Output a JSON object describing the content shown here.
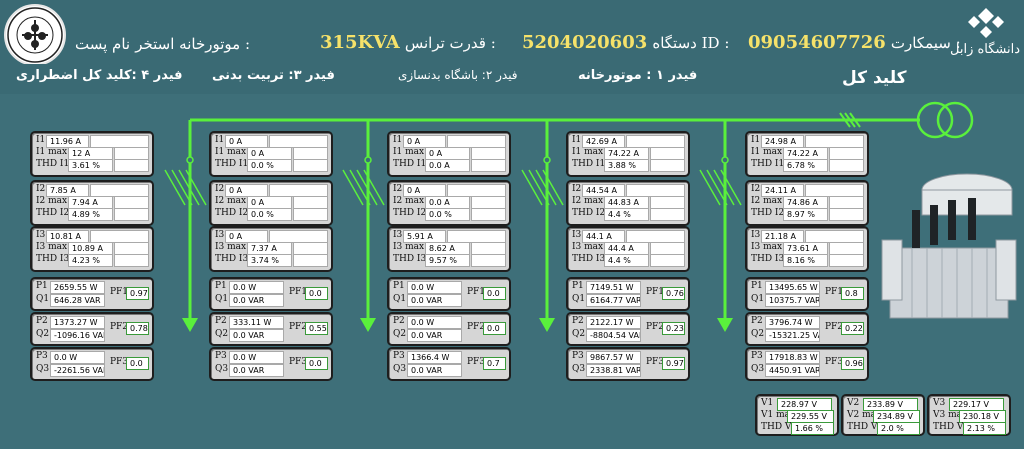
{
  "header": {
    "university_logo_text": "دانشگاه زابل",
    "simcard_label": "سیمکارت :",
    "simcard_value": "09054607726",
    "device_label": "دستگاه ID :",
    "device_value": "5204020603",
    "trans_label": "قدرت ترانس :",
    "trans_value": "315KVA",
    "post_label": "نام پست :",
    "post_value": "موتورخانه استخر"
  },
  "feeders_bar": {
    "main": "کلید کل",
    "f1": "فیدر ۱ :  موتورخانه",
    "f2": "فیدر ۲:  باشگاه بدنسازی",
    "f3": "فیدر ۳:  تربیت بدنی",
    "f4": "فیدر ۴ :کلید کل اضطراری"
  },
  "panels": [
    {
      "I1": "11.96 A",
      "I1max": "12 A",
      "THD1": "3.61 %",
      "I2": "7.85 A",
      "I2max": "7.94 A",
      "THD2": "4.89 %",
      "I3": "10.81 A",
      "I3max": "10.89 A",
      "THD3": "4.23 %",
      "P1": "2659.55 W",
      "Q1": "646.28 VAR",
      "PF1": "0.97",
      "P2": "1373.27 W",
      "Q2": "-1096.16 VAR",
      "PF2": "0.78",
      "P3": "0.0 W",
      "Q3": "-2261.56 VAR",
      "PF3": "0.0"
    },
    {
      "I1": "0 A",
      "I1max": "0 A",
      "THD1": "0.0 %",
      "I2": "0 A",
      "I2max": "0 A",
      "THD2": "0.0 %",
      "I3": "0 A",
      "I3max": "7.37 A",
      "THD3": "3.74 %",
      "P1": "0.0 W",
      "Q1": "0.0 VAR",
      "PF1": "0.0",
      "P2": "333.11 W",
      "Q2": "0.0 VAR",
      "PF2": "0.55",
      "P3": "0.0 W",
      "Q3": "0.0 VAR",
      "PF3": "0.0"
    },
    {
      "I1": "0 A",
      "I1max": "0 A",
      "THD1": "0.0 A",
      "I2": "0 A",
      "I2max": "0.0 A",
      "THD2": "0.0 %",
      "I3": "5.91 A",
      "I3max": "8.62 A",
      "THD3": "9.57 %",
      "P1": "0.0 W",
      "Q1": "0.0 VAR",
      "PF1": "0.0",
      "P2": "0.0 W",
      "Q2": "0.0 VAR",
      "PF2": "0.0",
      "P3": "1366.4 W",
      "Q3": "0.0 VAR",
      "PF3": "0.7"
    },
    {
      "I1": "42.69 A",
      "I1max": "74.22 A",
      "THD1": "3.88 %",
      "I2": "44.54 A",
      "I2max": "44.83 A",
      "THD2": "4.4 %",
      "I3": "44.1 A",
      "I3max": "44.4 A",
      "THD3": "4.4 %",
      "P1": "7149.51 W",
      "Q1": "6164.77 VAR",
      "PF1": "0.76",
      "P2": "2122.17 W",
      "Q2": "-8804.54 VAR",
      "PF2": "0.23",
      "P3": "9867.57 W",
      "Q3": "2338.81 VAR",
      "PF3": "0.97"
    },
    {
      "I1": "24.98 A",
      "I1max": "74.22 A",
      "THD1": "6.78 %",
      "I2": "24.11 A",
      "I2max": "74.86 A",
      "THD2": "8.97 %",
      "I3": "21.18 A",
      "I3max": "73.61 A",
      "THD3": "8.16 %",
      "P1": "13495.65 W",
      "Q1": "10375.7 VAR",
      "PF1": "0.8",
      "P2": "3796.74 W",
      "Q2": "-15321.25 VAR",
      "PF2": "0.22",
      "P3": "17918.83 W",
      "Q3": "4450.91 VAR",
      "PF3": "0.96"
    }
  ],
  "labels": {
    "I1": "I1",
    "I1max": "I1 max",
    "THD1": "THD I1",
    "I2": "I2",
    "I2max": "I2 max",
    "THD2": "THD I2",
    "I3": "I3",
    "I3max": "I3 max",
    "THD3": "THD I3",
    "P1": "P1",
    "Q1": "Q1",
    "PF1": "PF1",
    "P2": "P2",
    "Q2": "Q2",
    "PF2": "PF2",
    "P3": "P3",
    "Q3": "Q3",
    "PF3": "PF3",
    "V1": "V1",
    "V1max": "V1 max",
    "THDV1": "THD V1",
    "V2": "V2",
    "V2max": "V2 max",
    "THDV2": "THD V2",
    "V3": "V3",
    "V3max": "V3 max",
    "THDV3": "THD V3"
  },
  "voltage": {
    "V1": "228.97 V",
    "V1max": "229.55 V",
    "THDV1": "1.66 %",
    "V2": "233.89 V",
    "V2max": "234.89 V",
    "THDV2": "2.0 %",
    "V3": "229.17 V",
    "V3max": "230.18 V",
    "THDV3": "2.13 %"
  },
  "colors": {
    "background": "#3e6f79",
    "line": "#5af03c",
    "value": "#f6e26a",
    "panel": "#d6d6d6"
  }
}
